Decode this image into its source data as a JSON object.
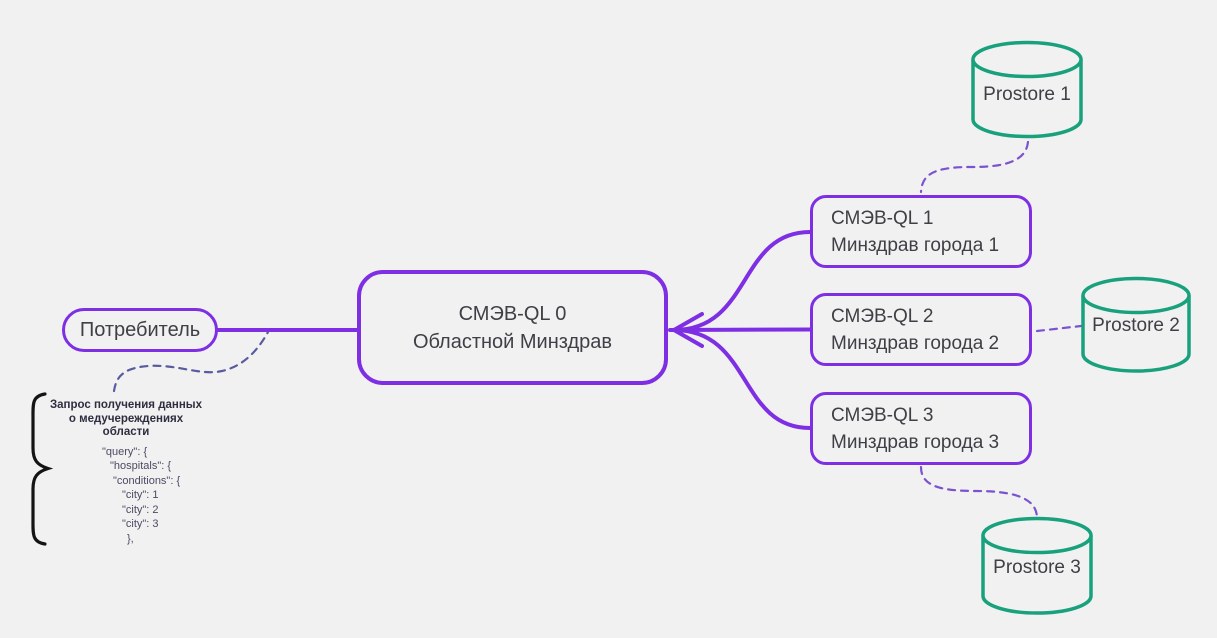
{
  "colors": {
    "background": "#f1f1f2",
    "node_border": "#7e2fe3",
    "solid_connector": "#7e2fe3",
    "dashed_connector": "#7c53cf",
    "annotation_connector": "#585b9e",
    "datastore_stroke": "#18a17c",
    "node_text": "#3f4045",
    "brace": "#141414"
  },
  "diagram": {
    "consumer": {
      "label": "Потребитель"
    },
    "central_node": {
      "line1": "СМЭВ-QL 0",
      "line2": "Областной Минздрав"
    },
    "services": [
      {
        "line1": "СМЭВ-QL 1",
        "line2": "Минздрав города 1"
      },
      {
        "line1": "СМЭВ-QL 2",
        "line2": "Минздрав города 2"
      },
      {
        "line1": "СМЭВ-QL 3",
        "line2": "Минздрав города 3"
      }
    ],
    "datastores": [
      {
        "label": "Prostore 1"
      },
      {
        "label": "Prostore 2"
      },
      {
        "label": "Prostore 3"
      }
    ],
    "annotation": {
      "title_lines": [
        "Запрос получения данных",
        "о медучереждениях",
        "области"
      ],
      "code_lines": [
        "\"query\": {",
        "\"hospitals\": {",
        "\"conditions\": {",
        "\"city\": 1",
        "\"city\": 2",
        "\"city\": 3",
        "},"
      ]
    }
  }
}
